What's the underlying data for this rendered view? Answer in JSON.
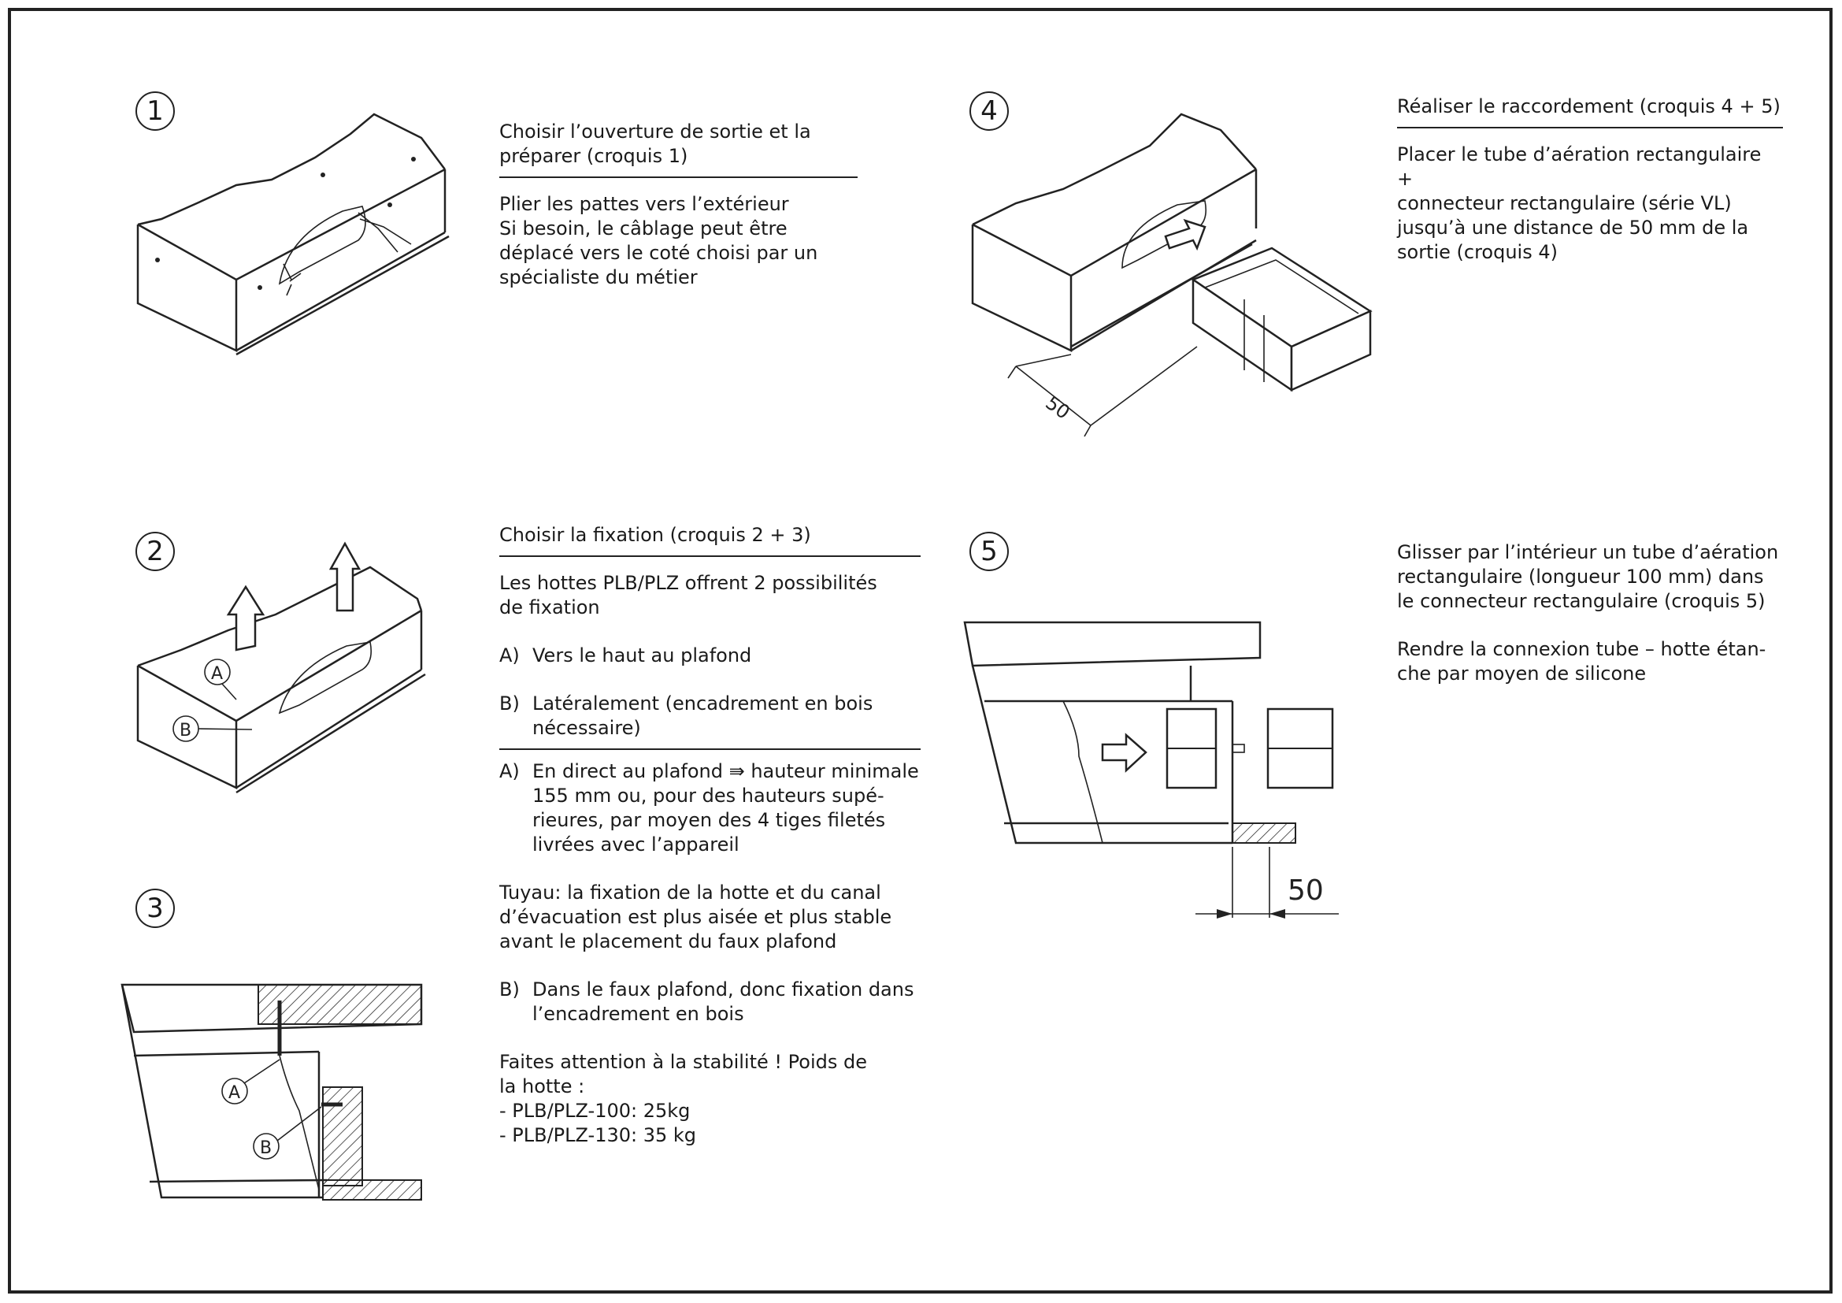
{
  "steps": {
    "s1": "1",
    "s2": "2",
    "s3": "3",
    "s4": "4",
    "s5": "5"
  },
  "block1": {
    "heading_l1": "Choisir l’ouverture de sortie et la",
    "heading_l2": "préparer (croquis 1)",
    "lines": [
      "Plier les pattes vers l’extérieur",
      "Si besoin, le câblage peut être",
      "déplacé vers le coté choisi par un",
      "spécialiste du métier"
    ]
  },
  "block2": {
    "heading": "Choisir la fixation (croquis 2 + 3)",
    "intro_l1": "Les hottes PLB/PLZ  offrent 2 possibilités",
    "intro_l2": "de fixation",
    "optA_key": "A)",
    "optA_text": "Vers le haut au plafond",
    "optB_key": "B)",
    "optB_l1": "Latéralement (encadrement en bois",
    "optB_l2": "nécessaire)",
    "detA_key": "A)",
    "detA_lines": [
      "En direct au plafond ⇛ hauteur minimale",
      "155 mm ou, pour des hauteurs supé-",
      "rieures, par moyen des 4 tiges filetés",
      "livrées avec l’appareil"
    ],
    "tuyau_lines": [
      "Tuyau: la fixation de la hotte et du canal",
      "d’évacuation est plus aisée et plus stable",
      "avant le placement du faux plafond"
    ],
    "detB_key": "B)",
    "detB_lines": [
      "Dans le faux plafond, donc fixation dans",
      "l’encadrement en bois"
    ],
    "weight_lines": [
      "Faites attention à la stabilité ! Poids de",
      "la hotte :",
      "- PLB/PLZ-100: 25kg",
      "- PLB/PLZ-130: 35 kg"
    ]
  },
  "block4": {
    "heading": "Réaliser le raccordement (croquis 4 + 5)",
    "lines": [
      "Placer le tube d’aération rectangulaire +",
      "connecteur rectangulaire (série VL)",
      "jusqu’à une distance de 50 mm de la",
      "sortie (croquis 4)"
    ]
  },
  "block5": {
    "p1": [
      "Glisser par l’intérieur un tube d’aération",
      "rectangulaire (longueur 100 mm) dans",
      "le connecteur rectangulaire (croquis 5)"
    ],
    "p2": [
      "Rendre la connexion tube – hotte étan-",
      "che par moyen de silicone"
    ]
  },
  "drawings": {
    "label_A": "A",
    "label_B": "B",
    "dim_50": "50"
  }
}
